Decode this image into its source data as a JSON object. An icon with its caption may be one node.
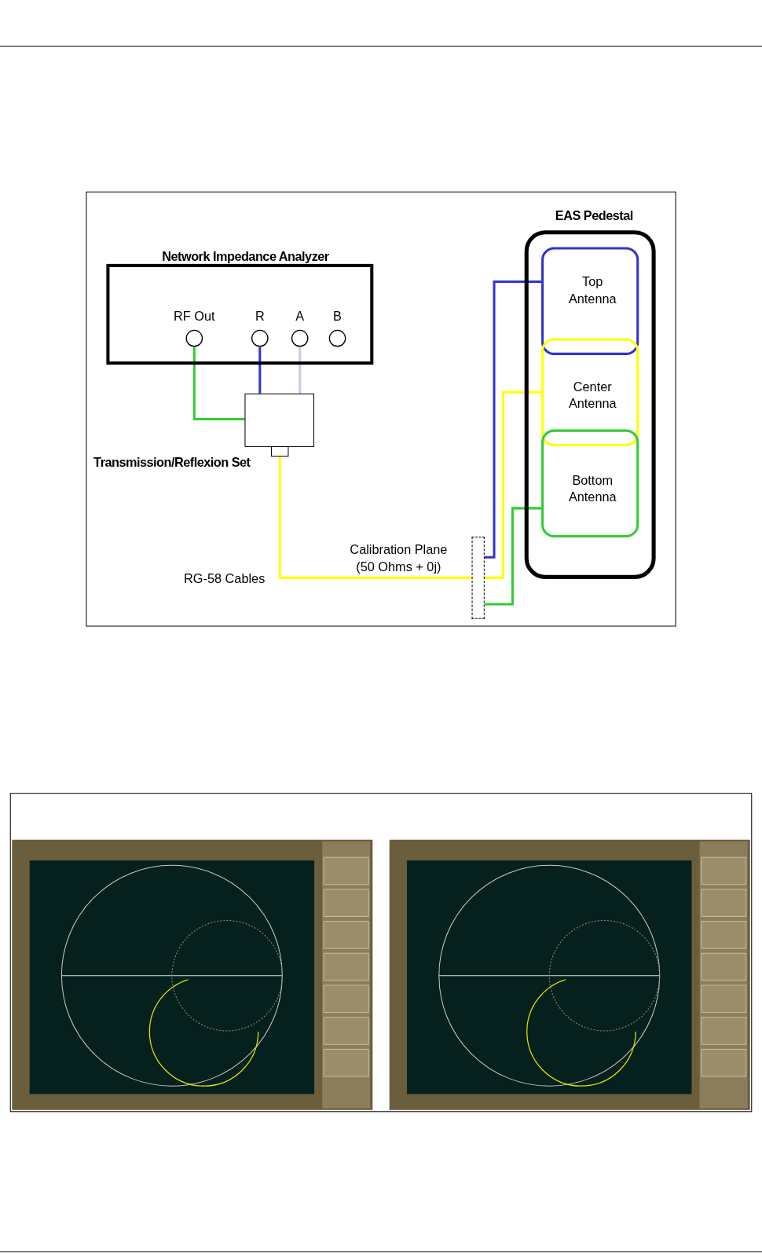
{
  "diagram": {
    "nodes": [
      {
        "text": [
          "Network Impedance Analyzer"
        ]
      },
      {
        "text": [
          "RF Out"
        ],
        "in": 0
      },
      {
        "text": [
          "R"
        ],
        "in": 0
      },
      {
        "text": [
          "A"
        ],
        "in": 0
      },
      {
        "text": [
          "B"
        ],
        "in": 0
      },
      {
        "text": [
          "Transmission/Reflexion Set"
        ]
      },
      {
        "text": [],
        "shape": "box"
      },
      {
        "text": [
          "EAS Pedestal"
        ]
      },
      {
        "text": [
          "Top Antenna"
        ],
        "in": 7
      },
      {
        "text": [
          "Center Antenna"
        ],
        "in": 7
      },
      {
        "text": [
          "Bottom Antenna"
        ],
        "in": 7
      },
      {
        "text": [],
        "shape": "box",
        "beside": [
          "Calibration Plane (50 Ohms + 0j)"
        ]
      }
    ],
    "edges": [
      {
        "from": 1,
        "to": 5,
        "arrow": "none",
        "color": "#33cc33"
      },
      {
        "from": 2,
        "to": 5,
        "arrow": "none",
        "color": "#3333cc"
      },
      {
        "from": 3,
        "to": 5,
        "arrow": "none",
        "color": "#c8c8f0"
      },
      {
        "from": 6,
        "to": 11,
        "arrow": "none",
        "color": "#ffff00"
      },
      {
        "from": 11,
        "to": 8,
        "arrow": "none",
        "color": "#3333cc"
      },
      {
        "from": 11,
        "to": 9,
        "arrow": "none",
        "color": "#ffff00"
      },
      {
        "from": 11,
        "to": 10,
        "arrow": "none",
        "color": "#33cc33"
      }
    ],
    "labels": [
      "RG-58 Cables"
    ]
  }
}
